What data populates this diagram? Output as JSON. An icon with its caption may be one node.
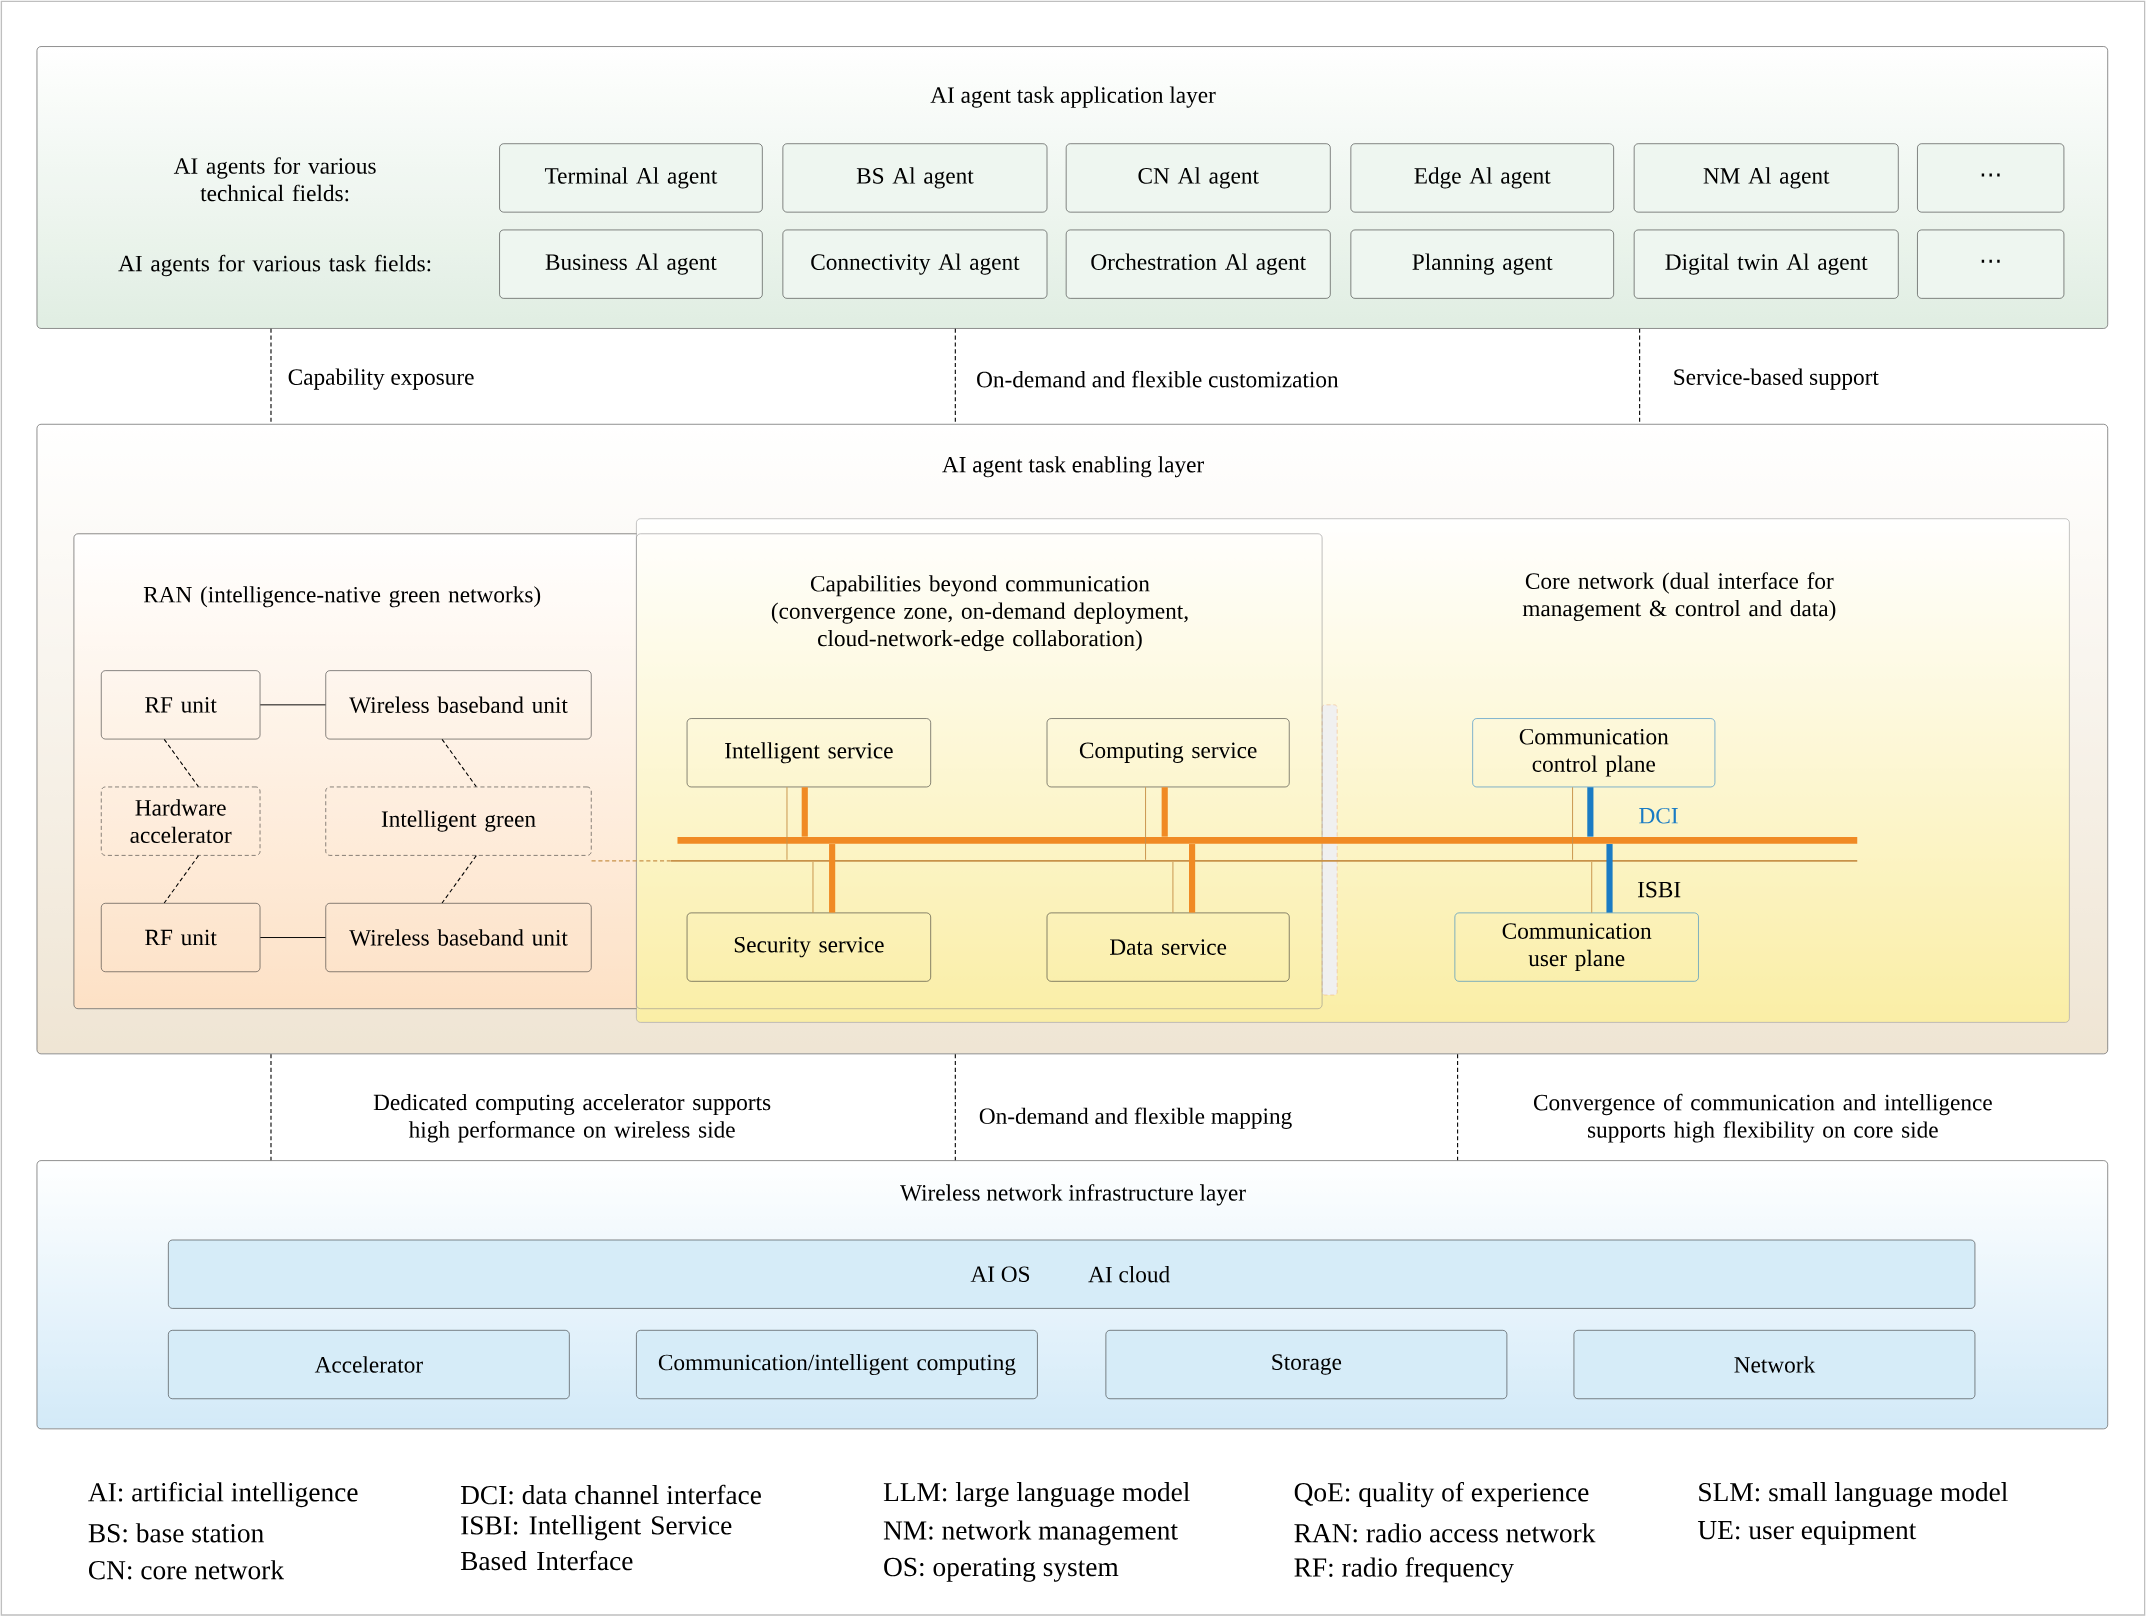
{
  "diagram": {
    "nodes": [
      {
        "text": [
          "AI agent task application layer",
          "AI agents for various technical fields:",
          "AI agents for various task fields:"
        ]
      },
      {
        "text": [
          "Terminal Al agent"
        ],
        "in": 0
      },
      {
        "text": [
          "BS Al agent"
        ],
        "in": 0
      },
      {
        "text": [
          "CN Al agent"
        ],
        "in": 0
      },
      {
        "text": [
          "Edge Al agent"
        ],
        "in": 0
      },
      {
        "text": [
          "NM Al agent"
        ],
        "in": 0
      },
      {
        "text": [
          "⋯"
        ],
        "in": 0
      },
      {
        "text": [
          "Business Al agent"
        ],
        "in": 0
      },
      {
        "text": [
          "Connectivity Al agent"
        ],
        "in": 0
      },
      {
        "text": [
          "Orchestration Al agent"
        ],
        "in": 0
      },
      {
        "text": [
          "Planning agent"
        ],
        "in": 0
      },
      {
        "text": [
          "Digital twin Al agent"
        ],
        "in": 0
      },
      {
        "text": [
          "⋯"
        ],
        "in": 0
      },
      {
        "text": [
          "AI agent task enabling layer"
        ]
      },
      {
        "text": [
          "RAN (intelligence-native green networks)"
        ],
        "in": 13
      },
      {
        "text": [
          "Core network (dual interface for management & control and data)"
        ],
        "in": 13
      },
      {
        "text": [
          "Capabilities beyond communication (convergence zone, on-demand deployment, cloud-network-edge collaboration)"
        ],
        "in": 15
      },
      {
        "text": [
          "RF unit"
        ],
        "in": 14
      },
      {
        "text": [
          "Wireless baseband unit"
        ],
        "in": 14
      },
      {
        "text": [
          "Hardware accelerator"
        ],
        "in": 14
      },
      {
        "text": [
          "Intelligent green"
        ],
        "in": 14
      },
      {
        "text": [
          "RF unit"
        ],
        "in": 14
      },
      {
        "text": [
          "Wireless baseband unit"
        ],
        "in": 14
      },
      {
        "text": [
          "Intelligent service"
        ],
        "in": 16
      },
      {
        "text": [
          "Computing service"
        ],
        "in": 16
      },
      {
        "text": [
          "Security service"
        ],
        "in": 16
      },
      {
        "text": [
          "Data service"
        ],
        "in": 16
      },
      {
        "text": [
          "Communication control plane"
        ],
        "in": 15
      },
      {
        "text": [
          "Communication user plane"
        ],
        "in": 15
      },
      {
        "text": [
          "Wireless network infrastructure layer"
        ]
      },
      {
        "text": [
          "AI OS",
          "AI cloud"
        ],
        "in": 29
      },
      {
        "text": [
          "Accelerator"
        ],
        "in": 29
      },
      {
        "text": [
          "Communication/intelligent computing"
        ],
        "in": 29
      },
      {
        "text": [
          "Storage"
        ],
        "in": 29
      },
      {
        "text": [
          "Network"
        ],
        "in": 29
      },
      {
        "text": [],
        "shape": "bar",
        "in": 15
      },
      {
        "text": [],
        "shape": "bar",
        "in": 15
      }
    ],
    "edges": [
      {
        "from": 0,
        "to": 13,
        "arrow": "none",
        "style": "dashed",
        "label": "Capability exposure"
      },
      {
        "from": 0,
        "to": 13,
        "arrow": "none",
        "style": "dashed",
        "label": "On-demand and flexible customization"
      },
      {
        "from": 0,
        "to": 13,
        "arrow": "none",
        "style": "dashed",
        "label": "Service-based support"
      },
      {
        "from": 13,
        "to": 29,
        "arrow": "none",
        "style": "dashed",
        "label": "Dedicated computing accelerator supports high performance on wireless side"
      },
      {
        "from": 13,
        "to": 29,
        "arrow": "none",
        "style": "dashed",
        "label": "On-demand and flexible mapping"
      },
      {
        "from": 13,
        "to": 29,
        "arrow": "none",
        "style": "dashed",
        "label": "Convergence of communication and intelligence supports high flexibility on core side"
      },
      {
        "from": 17,
        "to": 18,
        "arrow": "none"
      },
      {
        "from": 17,
        "to": 19,
        "arrow": "none",
        "style": "dashed"
      },
      {
        "from": 19,
        "to": 21,
        "arrow": "none",
        "style": "dashed"
      },
      {
        "from": 18,
        "to": 20,
        "arrow": "none",
        "style": "dashed"
      },
      {
        "from": 20,
        "to": 22,
        "arrow": "none",
        "style": "dashed"
      },
      {
        "from": 21,
        "to": 22,
        "arrow": "none"
      },
      {
        "from": 20,
        "to": 36,
        "arrow": "none",
        "style": "dashed",
        "color": "#c8924a"
      },
      {
        "from": 23,
        "to": 35,
        "arrow": "none",
        "style": "thick",
        "color": "#f08a24"
      },
      {
        "from": 23,
        "to": 36,
        "arrow": "none",
        "color": "#c8924a"
      },
      {
        "from": 24,
        "to": 35,
        "arrow": "none",
        "style": "thick",
        "color": "#f08a24"
      },
      {
        "from": 24,
        "to": 36,
        "arrow": "none",
        "color": "#c8924a"
      },
      {
        "from": 25,
        "to": 35,
        "arrow": "none",
        "style": "thick",
        "color": "#f08a24"
      },
      {
        "from": 25,
        "to": 36,
        "arrow": "none",
        "color": "#c8924a"
      },
      {
        "from": 26,
        "to": 35,
        "arrow": "none",
        "style": "thick",
        "color": "#f08a24"
      },
      {
        "from": 26,
        "to": 36,
        "arrow": "none",
        "color": "#c8924a"
      },
      {
        "from": 27,
        "to": 35,
        "arrow": "none",
        "style": "thick",
        "color": "#1a7bc4",
        "label": "DCI"
      },
      {
        "from": 27,
        "to": 36,
        "arrow": "none",
        "color": "#c8924a"
      },
      {
        "from": 28,
        "to": 35,
        "arrow": "none",
        "style": "thick",
        "color": "#1a7bc4",
        "label": "ISBI"
      },
      {
        "from": 28,
        "to": 36,
        "arrow": "none",
        "color": "#c8924a"
      }
    ],
    "labels": [
      "AI: artificial intelligence",
      "BS: base station",
      "CN: core network",
      "DCI: data channel interface",
      "ISBI: Intelligent Service Based Interface",
      "LLM: large language model",
      "NM: network management",
      "OS: operating system",
      "QoE: quality of experience",
      "RAN: radio access network",
      "RF: radio frequency",
      "SLM: small language model",
      "UE: user equipment"
    ]
  }
}
